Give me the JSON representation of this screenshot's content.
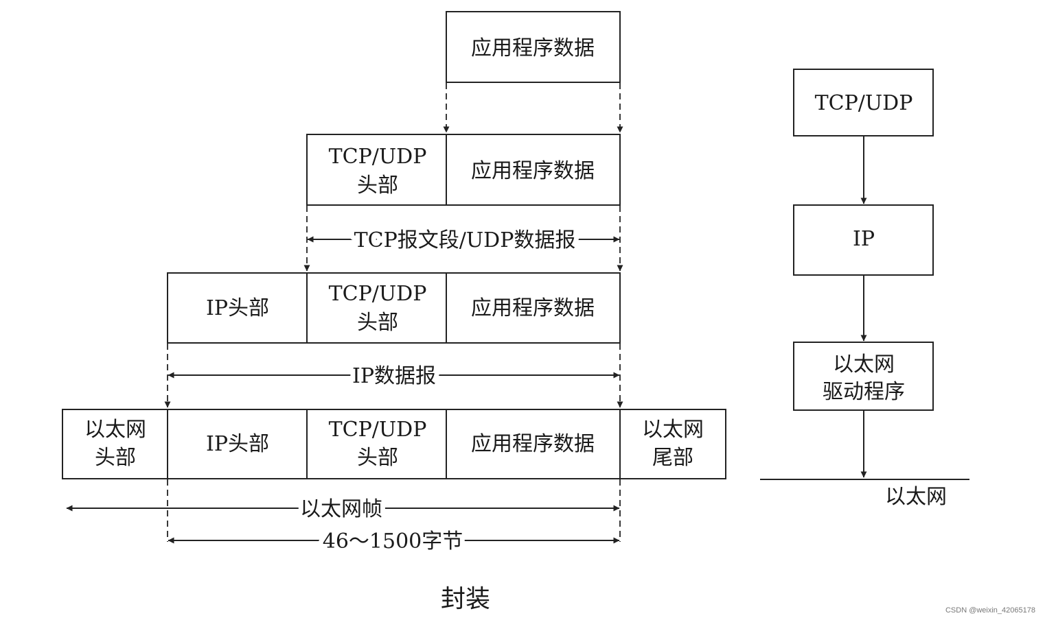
{
  "labels": {
    "app_data": "应用程序数据",
    "tcp_udp_header_line1": "TCP/UDP",
    "tcp_udp_header_line2": "头部",
    "ip_header": "IP头部",
    "eth_header_line1": "以太网",
    "eth_header_line2": "头部",
    "eth_trailer_line1": "以太网",
    "eth_trailer_line2": "尾部"
  },
  "spans": {
    "tcp_segment": "TCP报文段/UDP数据报",
    "ip_datagram": "IP数据报",
    "ethernet_frame": "以太网帧",
    "frame_size": "46～1500字节"
  },
  "caption": "封装",
  "stack": {
    "layers": [
      {
        "line1": "TCP/UDP",
        "line2": ""
      },
      {
        "line1": "IP",
        "line2": ""
      },
      {
        "line1": "以太网",
        "line2": "驱动程序"
      }
    ],
    "network": "以太网"
  },
  "watermark": "CSDN @weixin_42065178"
}
